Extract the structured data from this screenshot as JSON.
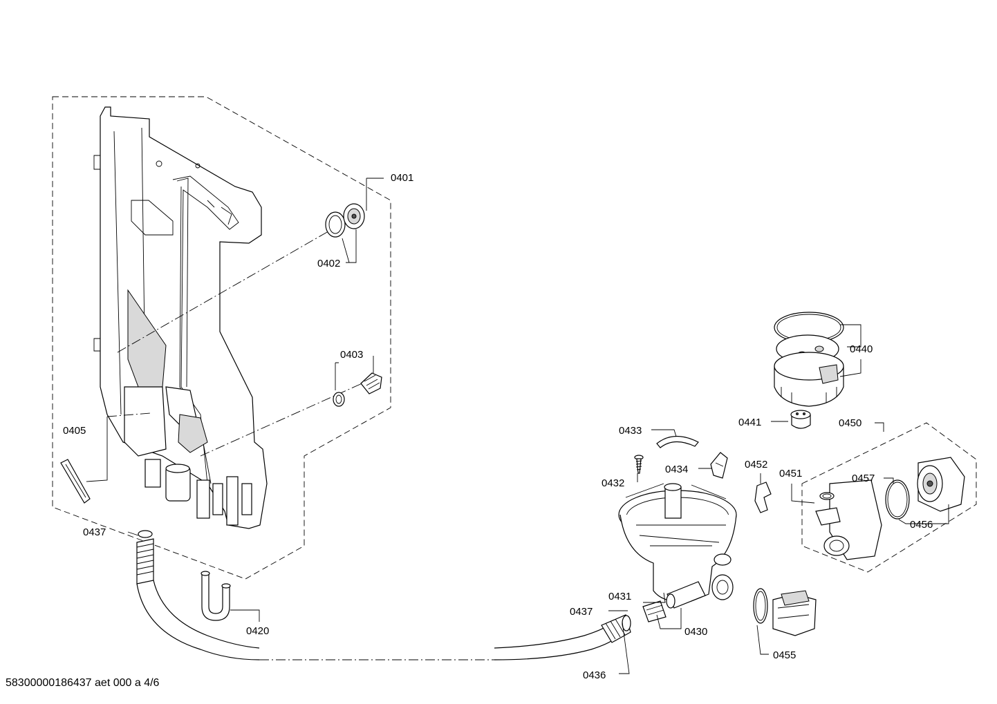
{
  "footer": {
    "doc_ref": "58300000186437 aet 000 a 4/6"
  },
  "callouts": {
    "p0401": "0401",
    "p0402": "0402",
    "p0403": "0403",
    "p0405": "0405",
    "p0420": "0420",
    "p0430": "0430",
    "p0431": "0431",
    "p0432": "0432",
    "p0433": "0433",
    "p0434": "0434",
    "p0436": "0436",
    "p0437a": "0437",
    "p0437b": "0437",
    "p0440": "0440",
    "p0441": "0441",
    "p0450": "0450",
    "p0451": "0451",
    "p0452": "0452",
    "p0455": "0455",
    "p0456": "0456",
    "p0457": "0457"
  }
}
